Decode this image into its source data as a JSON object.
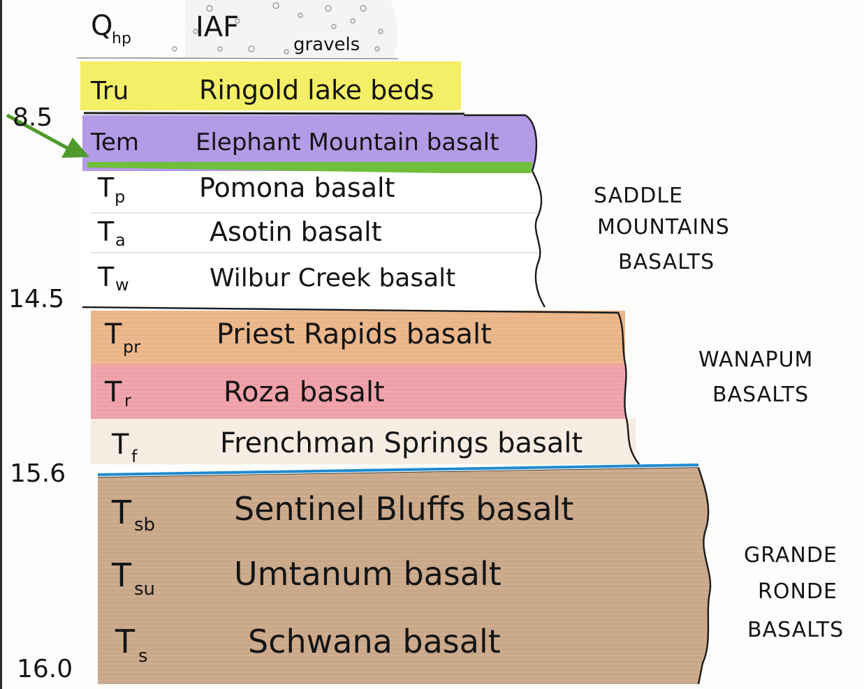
{
  "ages": [
    {
      "id": "8_5",
      "text": "8.5"
    },
    {
      "id": "14_5",
      "text": "14.5"
    },
    {
      "id": "15_6",
      "text": "15.6"
    },
    {
      "id": "16_0",
      "text": "16.0"
    }
  ],
  "units": [
    {
      "id": "qhp",
      "symbol": "Q",
      "sub": "hp",
      "name": "IAF",
      "extra": "gravels"
    },
    {
      "id": "tru",
      "symbol": "Tru",
      "sub": "",
      "name": "Ringold lake beds"
    },
    {
      "id": "tem",
      "symbol": "Tem",
      "sub": "",
      "name": "Elephant Mountain basalt"
    },
    {
      "id": "tp",
      "symbol": "T",
      "sub": "p",
      "name": "Pomona basalt"
    },
    {
      "id": "ta",
      "symbol": "T",
      "sub": "a",
      "name": "Asotin basalt"
    },
    {
      "id": "tw",
      "symbol": "T",
      "sub": "w",
      "name": "Wilbur Creek basalt"
    },
    {
      "id": "tpr",
      "symbol": "T",
      "sub": "pr",
      "name": "Priest Rapids basalt"
    },
    {
      "id": "tr",
      "symbol": "T",
      "sub": "r",
      "name": "Roza basalt"
    },
    {
      "id": "tf",
      "symbol": "T",
      "sub": "f",
      "name": "Frenchman Springs basalt"
    },
    {
      "id": "tsb",
      "symbol": "T",
      "sub": "sb",
      "name": "Sentinel Bluffs basalt"
    },
    {
      "id": "tsu",
      "symbol": "T",
      "sub": "su",
      "name": "Umtanum basalt"
    },
    {
      "id": "ts",
      "symbol": "T",
      "sub": "s",
      "name": "Schwana basalt"
    }
  ],
  "groups": [
    {
      "id": "saddle",
      "lines": [
        "SADDLE",
        "MOUNTAINS",
        "BASALTS"
      ]
    },
    {
      "id": "wanapum",
      "lines": [
        "WANAPUM",
        "BASALTS"
      ]
    },
    {
      "id": "grande",
      "lines": [
        "GRANDE",
        "RONDE",
        "BASALTS"
      ]
    }
  ],
  "colors": {
    "gravel": "#e8e8e8",
    "ringold": "#f3ef62",
    "elephant": "#b49be6",
    "green_line": "#6fbf3a",
    "wanapum_orange": "#eab487",
    "roza_pink": "#ef9fa7",
    "frenchman": "#f6ece2",
    "grande": "#c9a788",
    "blue_line": "#1f8bd0",
    "arrow": "#4e9a2c"
  },
  "icons": {
    "pointer": "arrow-icon"
  }
}
